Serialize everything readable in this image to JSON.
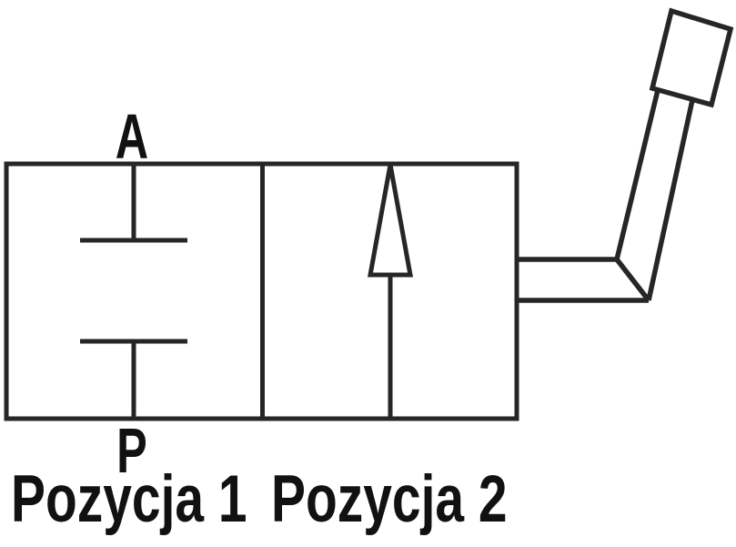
{
  "colors": {
    "line": "#262626",
    "background": "#ffffff",
    "text": "#111111"
  },
  "valve": {
    "port_top_label": "A",
    "port_bottom_label": "P",
    "positions": [
      {
        "label": "Pozycja 1",
        "symbol": "blocked-ports-tee-icon"
      },
      {
        "label": "Pozycja 2",
        "symbol": "flow-arrow-up-icon"
      }
    ],
    "actuator_symbol": "manual-lever-icon"
  }
}
